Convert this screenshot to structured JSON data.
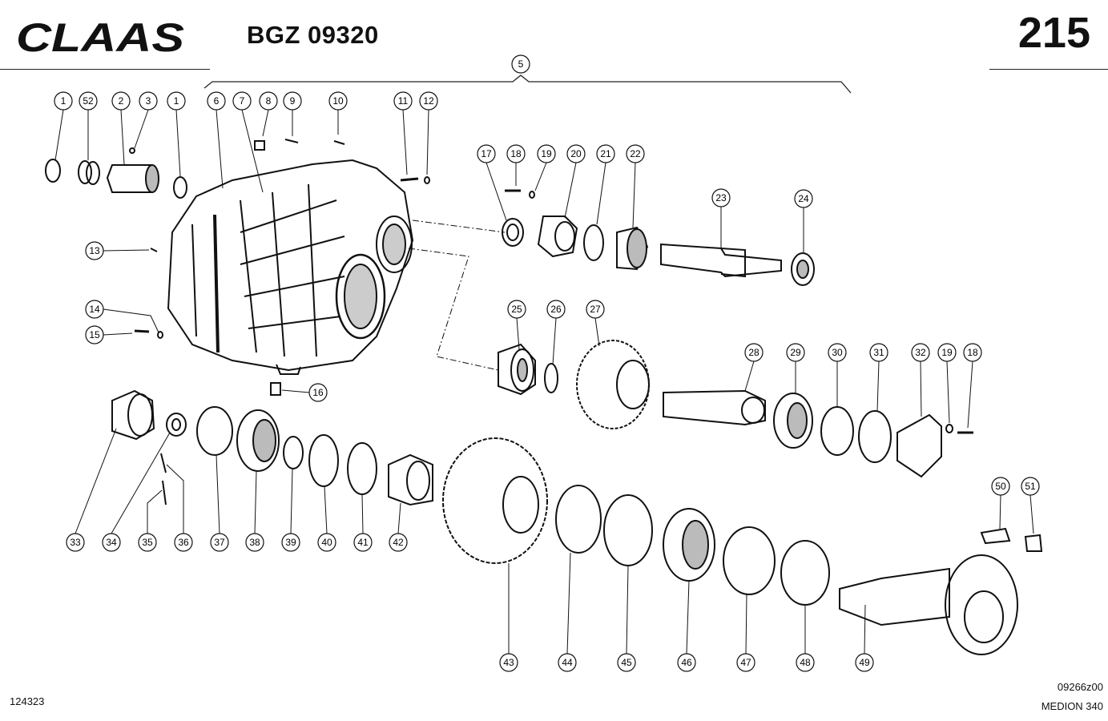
{
  "header": {
    "brand": "CLAAS",
    "drawing_code": "BGZ 09320",
    "page_number": "215"
  },
  "footer": {
    "sheet_ref": "124323",
    "image_code": "09266z00",
    "model": "MEDION 340"
  },
  "callouts": [
    "5",
    "1",
    "52",
    "2",
    "3",
    "1",
    "6",
    "7",
    "8",
    "9",
    "10",
    "11",
    "12",
    "13",
    "14",
    "15",
    "16",
    "17",
    "18",
    "19",
    "20",
    "21",
    "22",
    "23",
    "24",
    "25",
    "26",
    "27",
    "28",
    "29",
    "30",
    "31",
    "32",
    "19",
    "18",
    "33",
    "34",
    "35",
    "36",
    "37",
    "38",
    "39",
    "40",
    "41",
    "42",
    "43",
    "44",
    "45",
    "46",
    "47",
    "48",
    "49",
    "50",
    "51"
  ],
  "colors": {
    "ink": "#111111",
    "paper": "#ffffff",
    "shade": "#bdbdbd"
  }
}
